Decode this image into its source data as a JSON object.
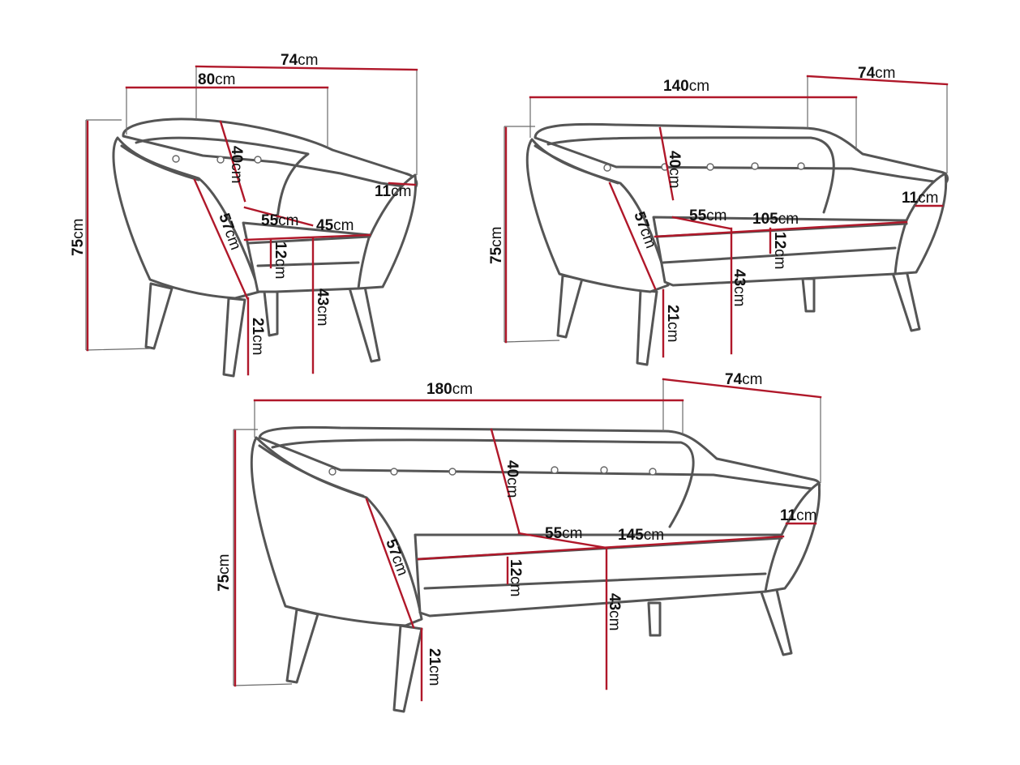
{
  "dimensions": {
    "armchair": {
      "depth": "74",
      "width": "80",
      "backrest": "40",
      "arm": "11",
      "seat_depth": "55",
      "seat_width": "45",
      "arm_height": "57",
      "seat_cushion": "12",
      "seat_height": "43",
      "leg": "21",
      "height": "75"
    },
    "two_seater": {
      "width": "140",
      "depth": "74",
      "backrest": "40",
      "arm": "11",
      "arm_height": "57",
      "seat_depth": "55",
      "seat_width": "105",
      "seat_cushion": "12",
      "seat_height": "43",
      "leg": "21",
      "height": "75"
    },
    "three_seater": {
      "width": "180",
      "depth": "74",
      "backrest": "40",
      "arm": "11",
      "arm_height": "57",
      "seat_depth": "55",
      "seat_width": "145",
      "seat_cushion": "12",
      "seat_height": "43",
      "leg": "21",
      "height": "75"
    },
    "unit": "cm"
  },
  "colors": {
    "outline": "#555555",
    "dimension_line": "#b0182a",
    "label_text": "#111111"
  }
}
